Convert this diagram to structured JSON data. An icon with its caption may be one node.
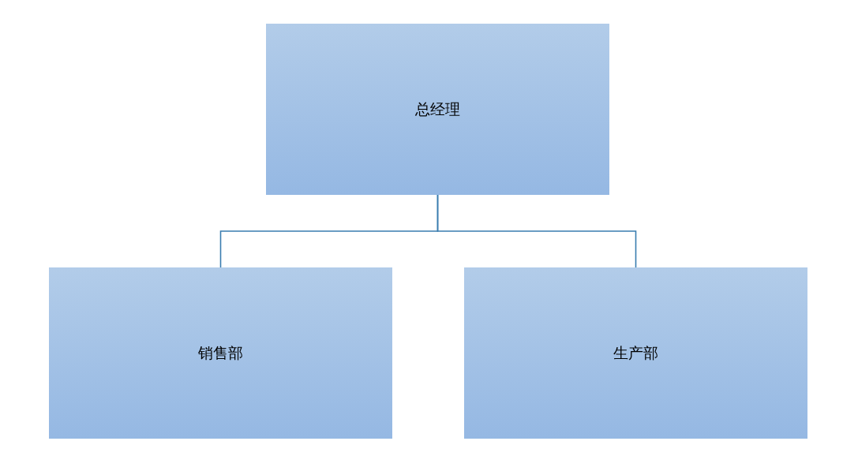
{
  "diagram": {
    "nodes": [
      {
        "text": [
          "总经理"
        ]
      },
      {
        "text": [
          "销售部"
        ]
      },
      {
        "text": [
          "生产部"
        ]
      }
    ],
    "edges": [
      {
        "from": 0,
        "to": 1,
        "arrow": "none"
      },
      {
        "from": 0,
        "to": 2,
        "arrow": "none"
      }
    ]
  }
}
